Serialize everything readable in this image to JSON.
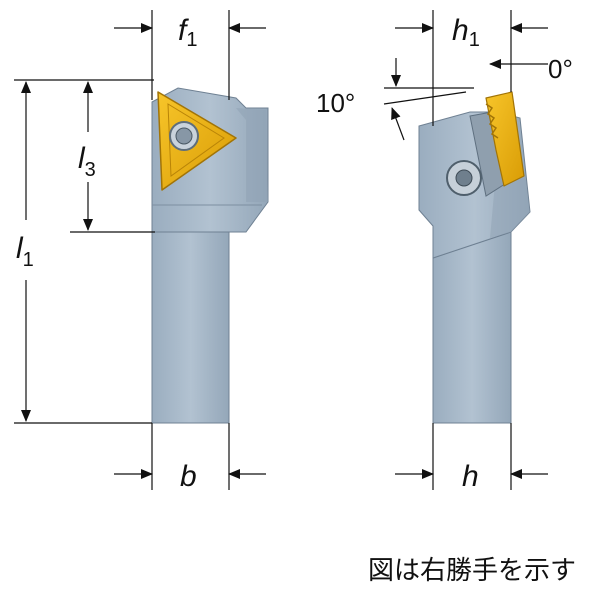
{
  "labels": {
    "f1_letter": "f",
    "f1_sub": "1",
    "l3_letter": "l",
    "l3_sub": "3",
    "l1_letter": "l",
    "l1_sub": "1",
    "b": "b",
    "h1_letter": "h",
    "h1_sub": "1",
    "h": "h",
    "angle_10": "10°",
    "angle_0": "0°"
  },
  "caption": "図は右勝手を示す",
  "colors": {
    "shank": "#a7b8c8",
    "shank_shadow": "#8d9fb1",
    "shank_outline": "#6f8193",
    "insert": "#f1b60c",
    "insert_dark": "#c88f08",
    "screw": "#9aa9b6",
    "line": "#111111"
  }
}
